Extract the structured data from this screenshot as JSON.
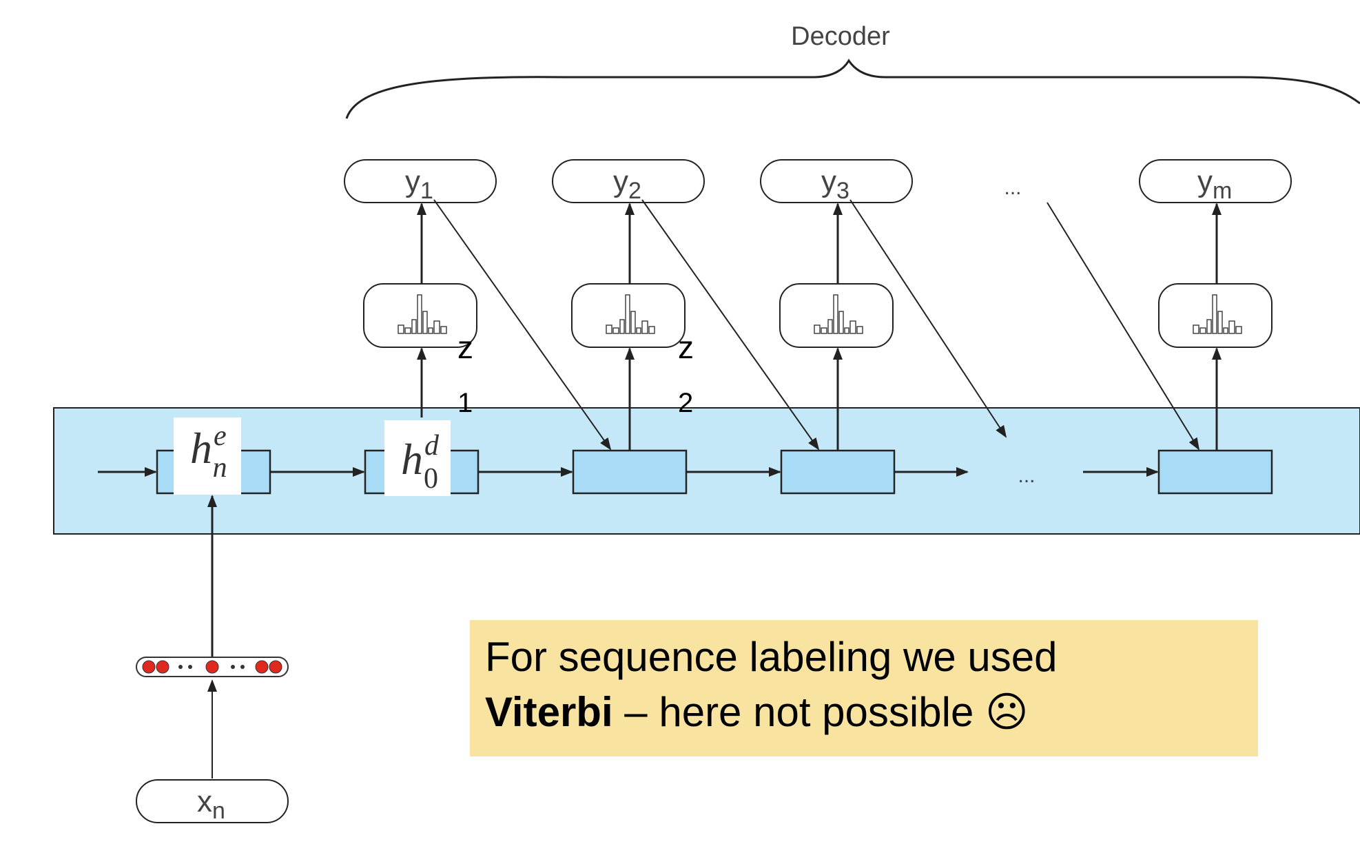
{
  "decoder_label": "Decoder",
  "outputs": [
    {
      "base": "y",
      "sub": "1"
    },
    {
      "base": "y",
      "sub": "2"
    },
    {
      "base": "y",
      "sub": "3"
    },
    {
      "base": "y",
      "sub": "m"
    }
  ],
  "ellipsis": "...",
  "encoder_state": {
    "base": "h",
    "sup": "e",
    "sub": "n"
  },
  "decoder_init_state": {
    "base": "h",
    "sup": "d",
    "sub": "0"
  },
  "input": {
    "base": "x",
    "sub": "n"
  },
  "z_labels": [
    {
      "letter": "z",
      "index": "1"
    },
    {
      "letter": "z",
      "index": "2"
    }
  ],
  "note": {
    "line1": "For sequence labeling we used",
    "bold": "Viterbi",
    "rest": " – here not possible ☹"
  },
  "colors": {
    "hidden_band": "#c4e8f8",
    "hidden_cell": "#a9dcf6",
    "note_bg": "#f9e3a1",
    "stroke": "#222222",
    "dot_red": "#e0291f"
  }
}
